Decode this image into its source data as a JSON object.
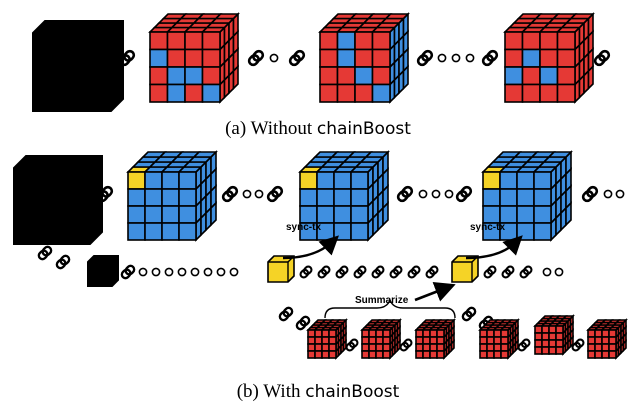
{
  "captions": {
    "a_prefix": "(a) Without ",
    "a_name": "chainBoost",
    "b_prefix": "(b) With ",
    "b_name": "chainBoost"
  },
  "labels": {
    "sync_tx_1": "sync-tx",
    "sync_tx_2": "sync-tx",
    "summarize": "Summarize"
  },
  "colors": {
    "red": "#e53935",
    "blue": "#3f8fe0",
    "yellow": "#f5d326",
    "black": "#000000"
  }
}
